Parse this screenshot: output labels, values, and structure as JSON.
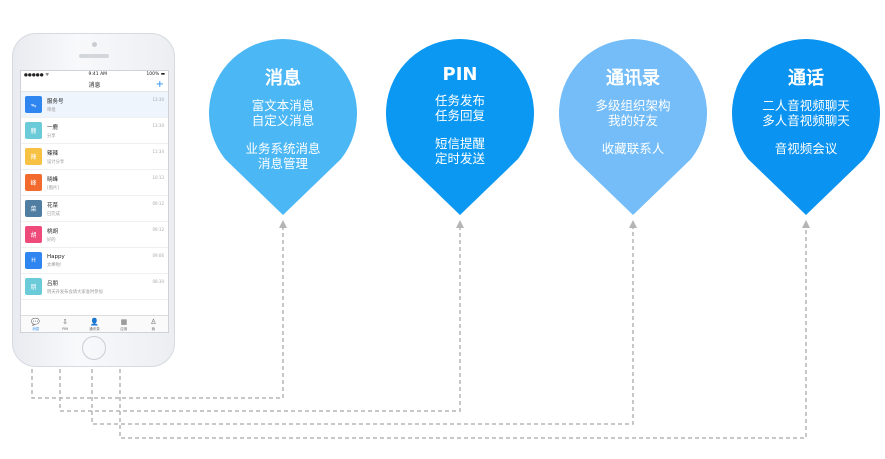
{
  "phone": {
    "status": {
      "carrier": "●●●●● ᯤ",
      "time": "9:41 AM",
      "battery": "100% ▬"
    },
    "nav_title": "消息",
    "add_icon": "+",
    "rows": [
      {
        "avatar": "ᯓ",
        "name": "服务号",
        "sub": "审批",
        "time": "13:30",
        "color": "#2f86f0"
      },
      {
        "avatar": "鹿",
        "name": "一鹿",
        "sub": "分享",
        "time": "13:30",
        "color": "#6ccbd8"
      },
      {
        "avatar": "辣",
        "name": "辣辣",
        "sub": "设计分享",
        "time": "11:34",
        "color": "#f7c243"
      },
      {
        "avatar": "峰",
        "name": "晓峰",
        "sub": "[图片]",
        "time": "10:13",
        "color": "#f36a2e"
      },
      {
        "avatar": "菜",
        "name": "花菜",
        "sub": "已完成",
        "time": "09:12",
        "color": "#4f7ea2"
      },
      {
        "avatar": "胡",
        "name": "桃胡",
        "sub": "好的",
        "time": "09:12",
        "color": "#ee4a7a"
      },
      {
        "avatar": "H",
        "name": "Happy",
        "sub": "太棒啦!",
        "time": "09:06",
        "color": "#2f86f0"
      },
      {
        "avatar": "朋",
        "name": "吕朋",
        "sub": "明天开发布会请大家准时参加",
        "time": "08:30",
        "color": "#6ccbd8"
      }
    ],
    "tabs": [
      {
        "icon": "💬",
        "label": "消息"
      },
      {
        "icon": "⇩",
        "label": "PIN"
      },
      {
        "icon": "👤",
        "label": "通讯录"
      },
      {
        "icon": "▦",
        "label": "应用"
      },
      {
        "icon": "♙",
        "label": "我"
      }
    ]
  },
  "pins": [
    {
      "title": "消息",
      "lines1": [
        "富文本消息",
        "自定义消息"
      ],
      "lines2": [
        "业务系统消息",
        "消息管理"
      ],
      "color": "#4bb7f5"
    },
    {
      "title": "PIN",
      "lines1": [
        "任务发布",
        "任务回复"
      ],
      "lines2": [
        "短信提醒",
        "定时发送"
      ],
      "color": "#0a98f2"
    },
    {
      "title": "通讯录",
      "lines1": [
        "多级组织架构",
        "我的好友"
      ],
      "lines2": [
        "收藏联系人"
      ],
      "color": "#74bdf8"
    },
    {
      "title": "通话",
      "lines1": [
        "二人音视频聊天",
        "多人音视频聊天"
      ],
      "lines2": [
        "音视频会议"
      ],
      "color": "#0a93f0"
    }
  ]
}
